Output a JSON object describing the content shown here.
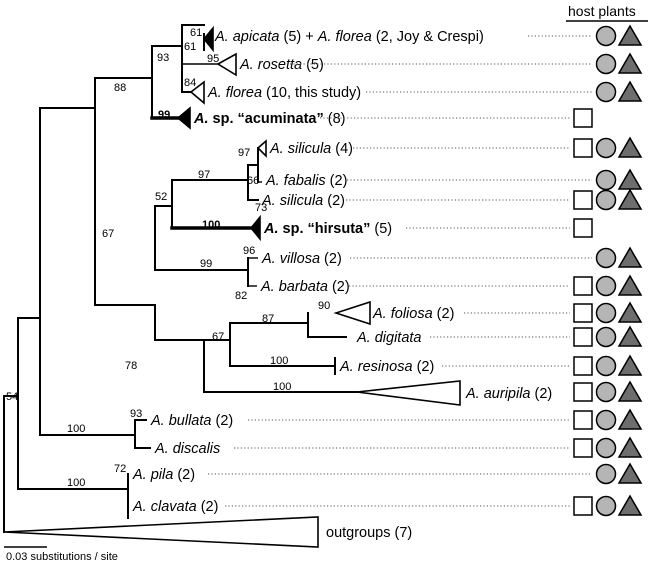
{
  "header": {
    "title": "host plants"
  },
  "scale": {
    "label": "0.03 substitutions / site"
  },
  "colors": {
    "circle": "#b5b5b5",
    "triangle": "#6e6e6e",
    "line": "#000000"
  },
  "taxa": [
    {
      "id": "t1",
      "genus": "A.",
      "species": "apicata",
      "suffix": " (5) + ",
      "genus2": "A.",
      "species2": "florea",
      "suffix2": " (2, Joy & Crespi)",
      "hosts": [
        "circle",
        "triangle"
      ]
    },
    {
      "id": "t2",
      "genus": "A.",
      "species": "rosetta",
      "suffix": " (5)",
      "hosts": [
        "circle",
        "triangle"
      ]
    },
    {
      "id": "t3",
      "genus": "A.",
      "species": "florea",
      "suffix": " (10, this study)",
      "hosts": [
        "circle",
        "triangle"
      ]
    },
    {
      "id": "t4",
      "genus": "A.",
      "species": "sp. “acuminata”",
      "suffix": " (8)",
      "bold": true,
      "hosts": [
        "square"
      ]
    },
    {
      "id": "t5",
      "genus": "A.",
      "species": "silicula",
      "suffix": " (4)",
      "hosts": [
        "square",
        "circle",
        "triangle"
      ]
    },
    {
      "id": "t6",
      "genus": "A.",
      "species": "fabalis",
      "suffix": " (2)",
      "hosts": [
        "circle",
        "triangle"
      ]
    },
    {
      "id": "t7",
      "genus": "A.",
      "species": "silicula",
      "suffix": " (2)",
      "hosts": [
        "square",
        "circle",
        "triangle"
      ]
    },
    {
      "id": "t8",
      "genus": "A.",
      "species": "sp. “hirsuta”",
      "suffix": " (5)",
      "bold": true,
      "hosts": [
        "square"
      ]
    },
    {
      "id": "t9",
      "genus": "A.",
      "species": "villosa",
      "suffix": " (2)",
      "hosts": [
        "circle",
        "triangle"
      ]
    },
    {
      "id": "t10",
      "genus": "A.",
      "species": "barbata",
      "suffix": " (2)",
      "hosts": [
        "square",
        "circle",
        "triangle"
      ]
    },
    {
      "id": "t11",
      "genus": "A.",
      "species": "foliosa",
      "suffix": " (2)",
      "hosts": [
        "square",
        "circle",
        "triangle"
      ]
    },
    {
      "id": "t12",
      "genus": "A.",
      "species": "digitata",
      "suffix": "",
      "hosts": [
        "square",
        "circle",
        "triangle"
      ]
    },
    {
      "id": "t13",
      "genus": "A.",
      "species": "resinosa",
      "suffix": " (2)",
      "hosts": [
        "square",
        "circle",
        "triangle"
      ]
    },
    {
      "id": "t14",
      "genus": "A.",
      "species": "auripila",
      "suffix": " (2)",
      "hosts": [
        "square",
        "circle",
        "triangle"
      ]
    },
    {
      "id": "t15",
      "genus": "A.",
      "species": "bullata",
      "suffix": " (2)",
      "hosts": [
        "square",
        "circle",
        "triangle"
      ]
    },
    {
      "id": "t16",
      "genus": "A.",
      "species": "discalis",
      "suffix": "",
      "hosts": [
        "square",
        "circle",
        "triangle"
      ]
    },
    {
      "id": "t17",
      "genus": "A.",
      "species": "pila",
      "suffix": " (2)",
      "hosts": [
        "circle",
        "triangle"
      ]
    },
    {
      "id": "t18",
      "genus": "A.",
      "species": "clavata",
      "suffix": " (2)",
      "hosts": [
        "square",
        "circle",
        "triangle"
      ]
    },
    {
      "id": "t19",
      "genus": "",
      "species": "",
      "suffix": "outgroups (7)",
      "italic": false,
      "hosts": []
    }
  ],
  "support": [
    {
      "id": "s61a",
      "value": "61"
    },
    {
      "id": "s61b",
      "value": "61"
    },
    {
      "id": "s95",
      "value": "95"
    },
    {
      "id": "s93",
      "value": "93"
    },
    {
      "id": "s84",
      "value": "84"
    },
    {
      "id": "s88",
      "value": "88"
    },
    {
      "id": "s99a",
      "value": "99",
      "bold": true
    },
    {
      "id": "s97a",
      "value": "97"
    },
    {
      "id": "s97b",
      "value": "97"
    },
    {
      "id": "s66",
      "value": "66"
    },
    {
      "id": "s73",
      "value": "73"
    },
    {
      "id": "s52",
      "value": "52"
    },
    {
      "id": "s100a",
      "value": "100",
      "bold": true
    },
    {
      "id": "s67a",
      "value": "67"
    },
    {
      "id": "s96",
      "value": "96"
    },
    {
      "id": "s99b",
      "value": "99"
    },
    {
      "id": "s82",
      "value": "82"
    },
    {
      "id": "s90",
      "value": "90"
    },
    {
      "id": "s87",
      "value": "87"
    },
    {
      "id": "s67b",
      "value": "67"
    },
    {
      "id": "s100b",
      "value": "100"
    },
    {
      "id": "s78",
      "value": "78"
    },
    {
      "id": "s100c",
      "value": "100"
    },
    {
      "id": "s54",
      "value": "54"
    },
    {
      "id": "s93b",
      "value": "93"
    },
    {
      "id": "s100d",
      "value": "100"
    },
    {
      "id": "s72",
      "value": "72"
    },
    {
      "id": "s100e",
      "value": "100"
    }
  ]
}
